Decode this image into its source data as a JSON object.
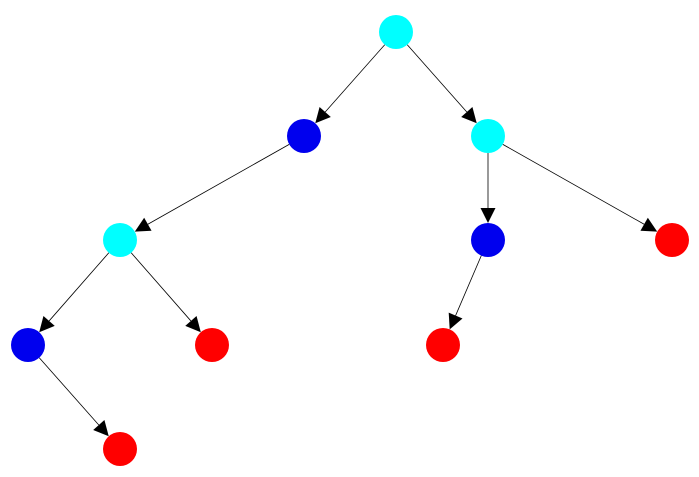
{
  "diagram": {
    "type": "directed-tree",
    "edge_color": "#000000",
    "palette": {
      "cyan": "#00ffff",
      "blue": "#0000ee",
      "red": "#ff0000"
    },
    "nodes": [
      {
        "id": "n0",
        "color": "cyan"
      },
      {
        "id": "n1",
        "color": "blue"
      },
      {
        "id": "n2",
        "color": "cyan"
      },
      {
        "id": "n3",
        "color": "cyan"
      },
      {
        "id": "n4",
        "color": "blue"
      },
      {
        "id": "n5",
        "color": "red"
      },
      {
        "id": "n6",
        "color": "blue"
      },
      {
        "id": "n7",
        "color": "red"
      },
      {
        "id": "n8",
        "color": "red"
      },
      {
        "id": "n9",
        "color": "red"
      }
    ],
    "edges": [
      {
        "from": "n0",
        "to": "n1"
      },
      {
        "from": "n0",
        "to": "n2"
      },
      {
        "from": "n1",
        "to": "n3"
      },
      {
        "from": "n3",
        "to": "n4"
      },
      {
        "from": "n3",
        "to": "n5"
      },
      {
        "from": "n4",
        "to": "n9"
      },
      {
        "from": "n2",
        "to": "n6"
      },
      {
        "from": "n2",
        "to": "n7"
      },
      {
        "from": "n6",
        "to": "n8"
      }
    ]
  }
}
